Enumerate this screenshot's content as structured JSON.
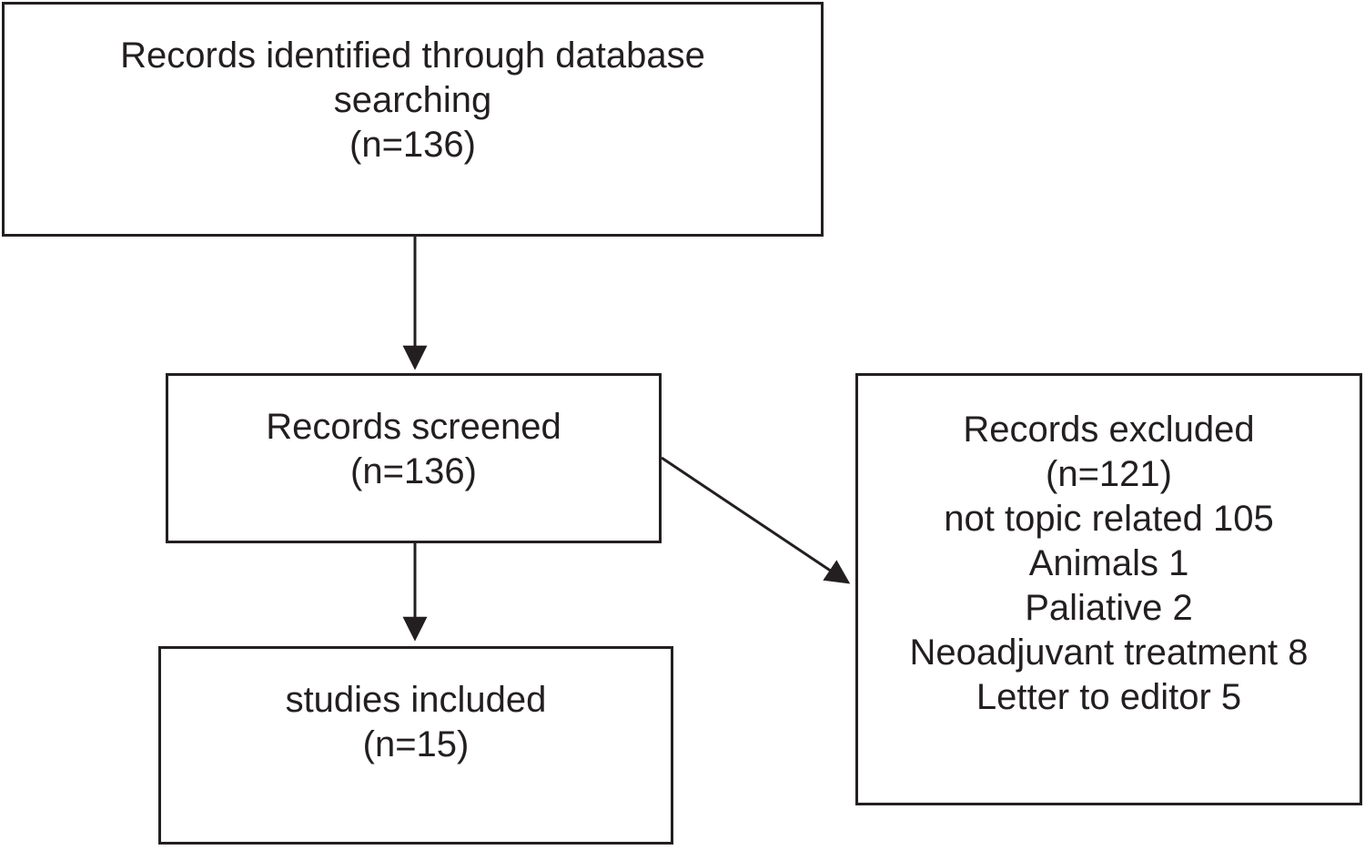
{
  "diagram": {
    "type": "flowchart",
    "boxes": {
      "identified": {
        "lines": {
          "0": "Records identified through database",
          "1": "searching",
          "2": "(n=136)"
        }
      },
      "screened": {
        "lines": {
          "0": "Records screened",
          "1": "(n=136)"
        }
      },
      "included": {
        "lines": {
          "0": "studies included",
          "1": "(n=15)"
        }
      },
      "excluded": {
        "lines": {
          "0": "Records excluded",
          "1": "(n=121)",
          "2": "not topic related 105",
          "3": "Animals 1",
          "4": "Paliative 2",
          "5": "Neoadjuvant treatment 8",
          "6": "Letter to editor 5"
        }
      }
    },
    "colors": {
      "stroke": "#231f20",
      "text": "#231f20",
      "background": "#ffffff"
    }
  }
}
